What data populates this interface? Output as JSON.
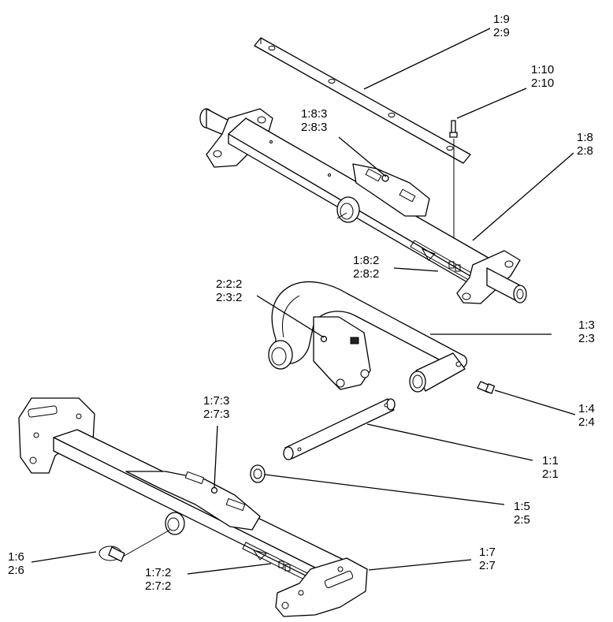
{
  "callouts": [
    {
      "id": "bar-strip",
      "line1": "1:9",
      "line2": "2:9"
    },
    {
      "id": "screw",
      "line1": "1:10",
      "line2": "2:10"
    },
    {
      "id": "upper-axle",
      "line1": "1:8",
      "line2": "2:8"
    },
    {
      "id": "upper-grease",
      "line1": "1:8:3",
      "line2": "2:8:3"
    },
    {
      "id": "upper-decal",
      "line1": "1:8:2",
      "line2": "2:8:2"
    },
    {
      "id": "yoke-grease",
      "line1": "2:2:2",
      "line2": "2:3:2"
    },
    {
      "id": "yoke",
      "line1": "1:3",
      "line2": "2:3"
    },
    {
      "id": "bolt",
      "line1": "1:4",
      "line2": "2:4"
    },
    {
      "id": "lower-grease",
      "line1": "1:7:3",
      "line2": "2:7:3"
    },
    {
      "id": "pin",
      "line1": "1:1",
      "line2": "2:1"
    },
    {
      "id": "washer",
      "line1": "1:5",
      "line2": "2:5"
    },
    {
      "id": "linch-pin",
      "line1": "1:6",
      "line2": "2:6"
    },
    {
      "id": "lower-decal",
      "line1": "1:7:2",
      "line2": "2:7:2"
    },
    {
      "id": "lower-axle",
      "line1": "1:7",
      "line2": "2:7"
    }
  ]
}
